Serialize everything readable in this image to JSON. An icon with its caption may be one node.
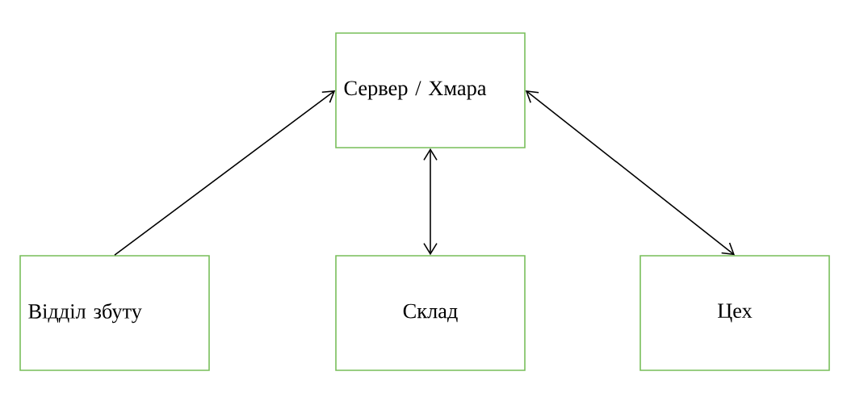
{
  "diagram": {
    "nodes": [
      {
        "text": [
          "Сервер / Хмара"
        ]
      },
      {
        "text": [
          "Відділ збуту"
        ]
      },
      {
        "text": [
          "Склад"
        ]
      },
      {
        "text": [
          "Цех"
        ]
      }
    ],
    "edges": [
      {
        "from": 1,
        "to": 0,
        "arrow": "to"
      },
      {
        "from": 2,
        "to": 0,
        "arrow": "both"
      },
      {
        "from": 0,
        "to": 3,
        "arrow": "both"
      }
    ]
  }
}
